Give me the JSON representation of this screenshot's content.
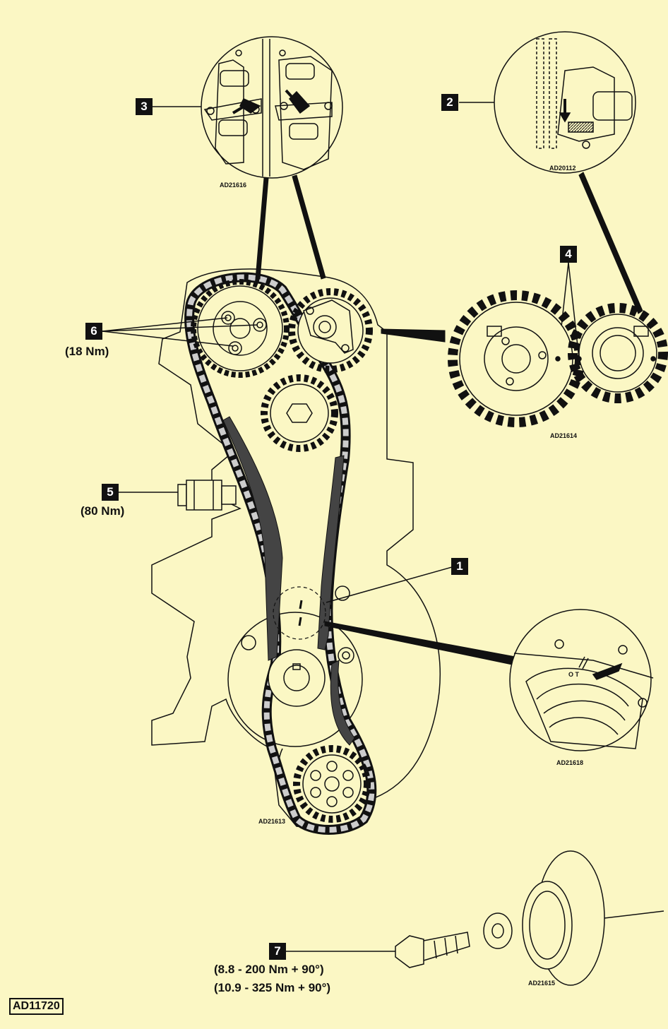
{
  "callouts": [
    {
      "id": "1",
      "label": "1"
    },
    {
      "id": "2",
      "label": "2"
    },
    {
      "id": "3",
      "label": "3"
    },
    {
      "id": "4",
      "label": "4"
    },
    {
      "id": "5",
      "label": "5"
    },
    {
      "id": "6",
      "label": "6"
    },
    {
      "id": "7",
      "label": "7"
    }
  ],
  "torque": {
    "item6": "(18 Nm)",
    "item5": "(80 Nm)",
    "item7_line1": "(8.8 - 200 Nm + 90°)",
    "item7_line2": "(10.9 - 325 Nm + 90°)"
  },
  "references": {
    "camshaft_detail": "AD21616",
    "tensioner_detail": "AD20112",
    "sprocket_detail": "AD21614",
    "main_diagram": "AD21613",
    "pulley_detail": "AD21618",
    "crank_pulley": "AD21615"
  },
  "figure_code": "AD11720",
  "pulley_marks": "O T",
  "colors": {
    "background": "#fbf7c4",
    "ink": "#111111",
    "chain": "#cccccc",
    "guide": "#444444"
  }
}
